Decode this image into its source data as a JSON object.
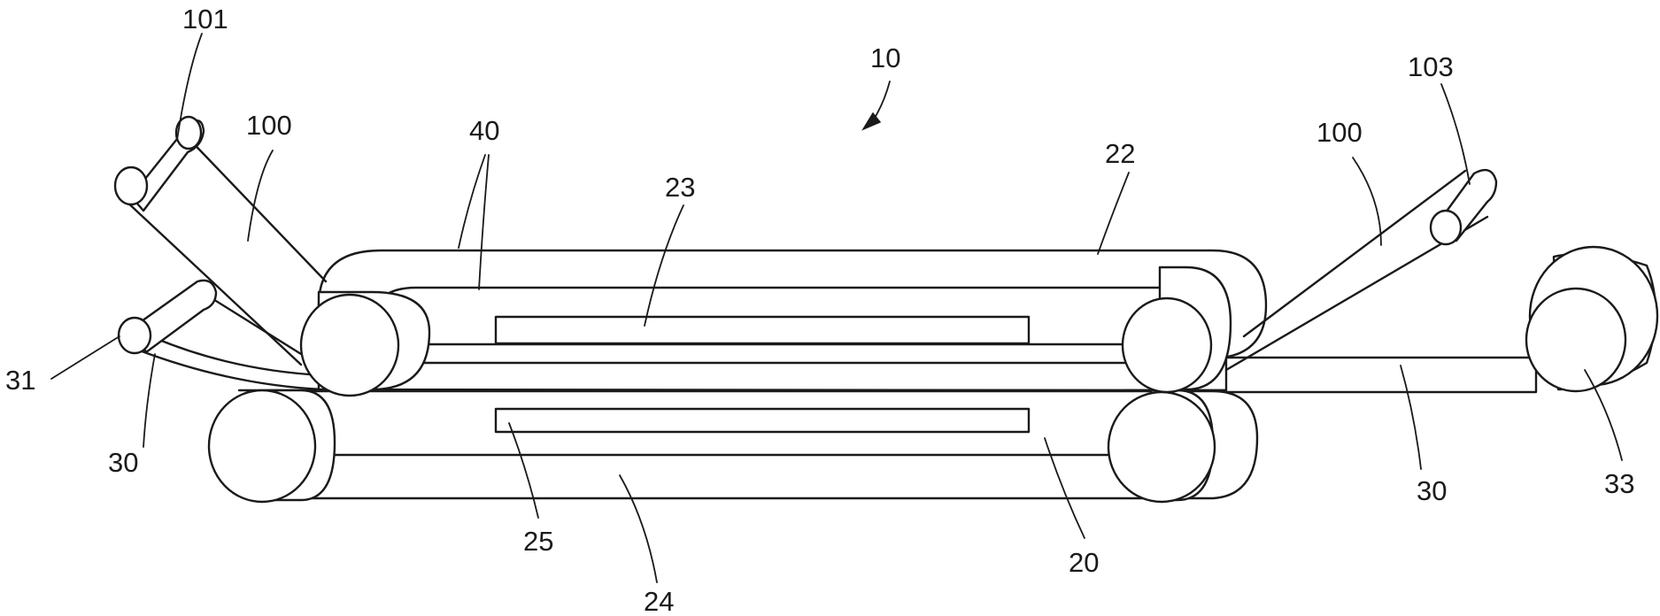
{
  "figure": {
    "labels": {
      "machine": "10",
      "bottom_belt_unit": "20",
      "top_belt": "22",
      "top_platen": "23",
      "bottom_belt": "24",
      "bottom_platen": "25",
      "web": "30",
      "web_lower": "30",
      "web_right": "30",
      "supply_roll": "31",
      "takeup_roll": "33",
      "top_belts": "40",
      "sheet_left": "100",
      "sheet_right": "100",
      "roll_left": "101",
      "roll_right": "103"
    }
  }
}
